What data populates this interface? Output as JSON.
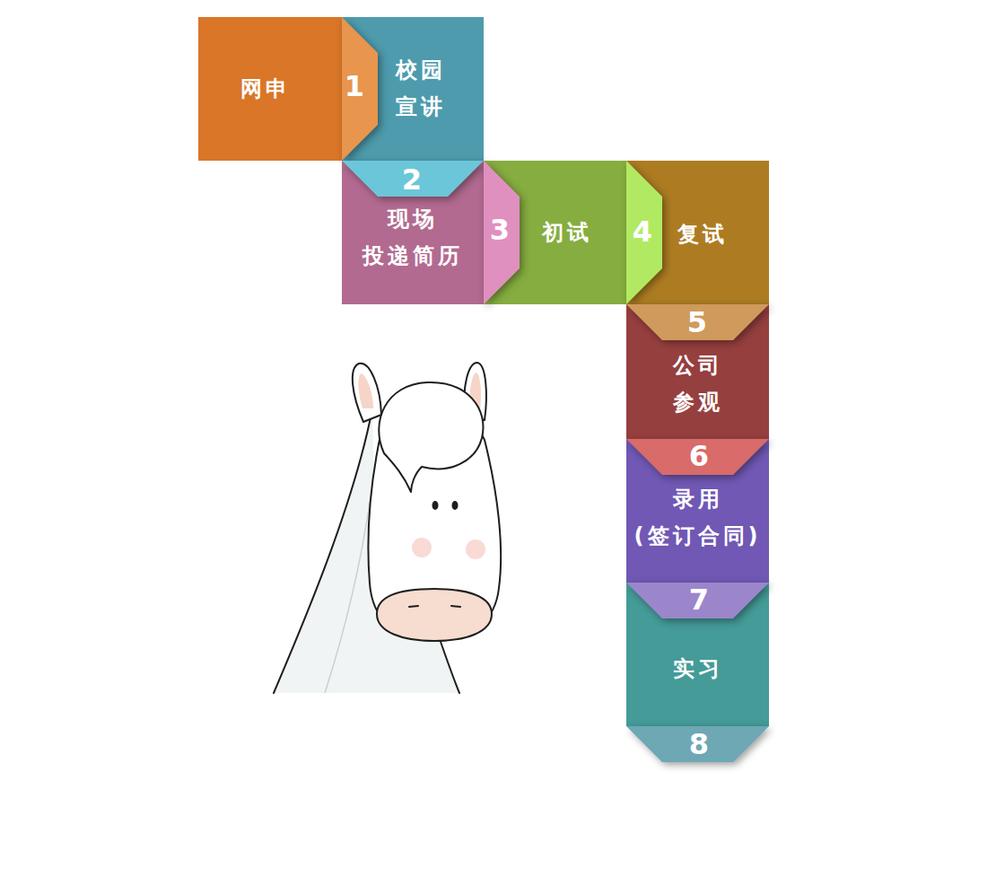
{
  "diagram": {
    "nodes": [
      {
        "text": [
          "网申"
        ]
      },
      {
        "text": [
          "校园 宣讲"
        ]
      },
      {
        "text": [
          "现场 投递简历"
        ]
      },
      {
        "text": [
          "初试"
        ]
      },
      {
        "text": [
          "复试"
        ]
      },
      {
        "text": [
          "公司 参观"
        ]
      },
      {
        "text": [
          "录用 (签订合同)"
        ]
      },
      {
        "text": [
          "实习"
        ]
      }
    ],
    "labels": [
      "1",
      "2",
      "3",
      "4",
      "5",
      "6",
      "7",
      "8"
    ]
  }
}
